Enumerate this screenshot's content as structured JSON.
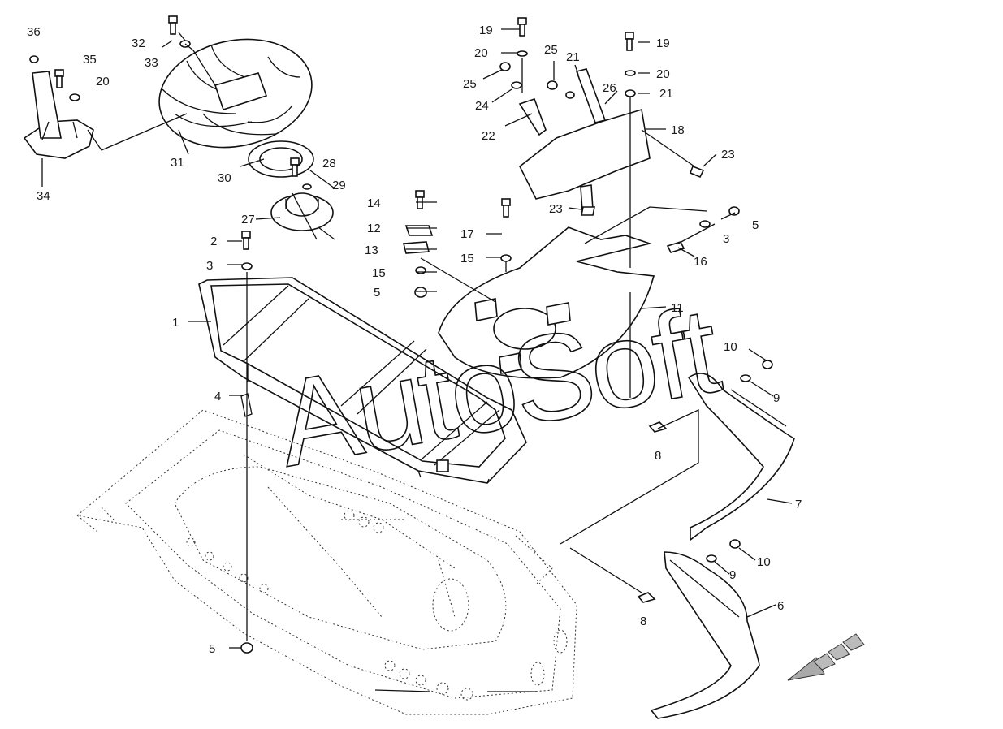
{
  "watermark": "AutoSoft",
  "callouts": [
    {
      "id": "c36a",
      "label": "36"
    },
    {
      "id": "c35a",
      "label": "35"
    },
    {
      "id": "c20a",
      "label": "20"
    },
    {
      "id": "c32a",
      "label": "32"
    },
    {
      "id": "c33a",
      "label": "33"
    },
    {
      "id": "c31a",
      "label": "31"
    },
    {
      "id": "c34a",
      "label": "34"
    },
    {
      "id": "c28a",
      "label": "28"
    },
    {
      "id": "c30a",
      "label": "30"
    },
    {
      "id": "c29a",
      "label": "29"
    },
    {
      "id": "c27a",
      "label": "27"
    },
    {
      "id": "c19a",
      "label": "19"
    },
    {
      "id": "c20b",
      "label": "20"
    },
    {
      "id": "c25a",
      "label": "25"
    },
    {
      "id": "c24a",
      "label": "24"
    },
    {
      "id": "c22a",
      "label": "22"
    },
    {
      "id": "c25b",
      "label": "25"
    },
    {
      "id": "c21a",
      "label": "21"
    },
    {
      "id": "c26a",
      "label": "26"
    },
    {
      "id": "c19b",
      "label": "19"
    },
    {
      "id": "c20c",
      "label": "20"
    },
    {
      "id": "c21b",
      "label": "21"
    },
    {
      "id": "c18a",
      "label": "18"
    },
    {
      "id": "c23a",
      "label": "23"
    },
    {
      "id": "c23b",
      "label": "23"
    },
    {
      "id": "c14a",
      "label": "14"
    },
    {
      "id": "c12a",
      "label": "12"
    },
    {
      "id": "c13a",
      "label": "13"
    },
    {
      "id": "c15a",
      "label": "15"
    },
    {
      "id": "c5a",
      "label": "5"
    },
    {
      "id": "c17a",
      "label": "17"
    },
    {
      "id": "c15b",
      "label": "15"
    },
    {
      "id": "c5b",
      "label": "5"
    },
    {
      "id": "c3a",
      "label": "3"
    },
    {
      "id": "c16a",
      "label": "16"
    },
    {
      "id": "c2a",
      "label": "2"
    },
    {
      "id": "c3b",
      "label": "3"
    },
    {
      "id": "c1a",
      "label": "1"
    },
    {
      "id": "c11a",
      "label": "11"
    },
    {
      "id": "c10a",
      "label": "10"
    },
    {
      "id": "c9a",
      "label": "9"
    },
    {
      "id": "c4a",
      "label": "4"
    },
    {
      "id": "c8a",
      "label": "8"
    },
    {
      "id": "c7a",
      "label": "7"
    },
    {
      "id": "c10b",
      "label": "10"
    },
    {
      "id": "c9b",
      "label": "9"
    },
    {
      "id": "c6a",
      "label": "6"
    },
    {
      "id": "c8b",
      "label": "8"
    },
    {
      "id": "c5c",
      "label": "5"
    }
  ]
}
